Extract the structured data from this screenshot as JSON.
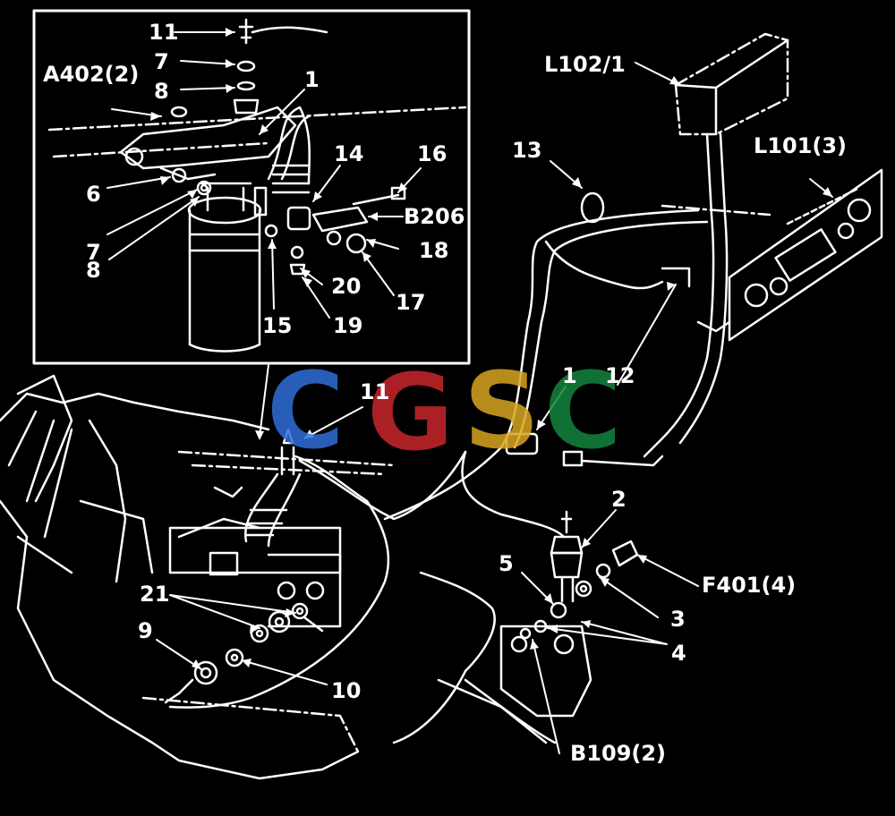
{
  "diagram": {
    "inset_labels": {
      "l11": "11",
      "l7a": "7",
      "l8a": "8",
      "l1": "1",
      "a402": "A402(2)",
      "l14": "14",
      "l16": "16",
      "l6": "6",
      "l7b": "7",
      "l8b": "8",
      "b206": "B206",
      "l18": "18",
      "l20": "20",
      "l17": "17",
      "l15": "15",
      "l19": "19"
    },
    "main_labels": {
      "l102": "L102/1",
      "l101": "L101(3)",
      "l13": "13",
      "l11": "11",
      "l1": "1",
      "l12": "12",
      "l2": "2",
      "l5": "5",
      "f401": "F401(4)",
      "l3": "3",
      "l4": "4",
      "l21": "21",
      "l9": "9",
      "l10": "10",
      "b109": "B109(2)"
    },
    "watermark": {
      "letters": [
        "C",
        "G",
        "S",
        "C"
      ],
      "colors": [
        "#2f6fd8",
        "#c8262c",
        "#d9a520",
        "#14853f"
      ]
    }
  }
}
